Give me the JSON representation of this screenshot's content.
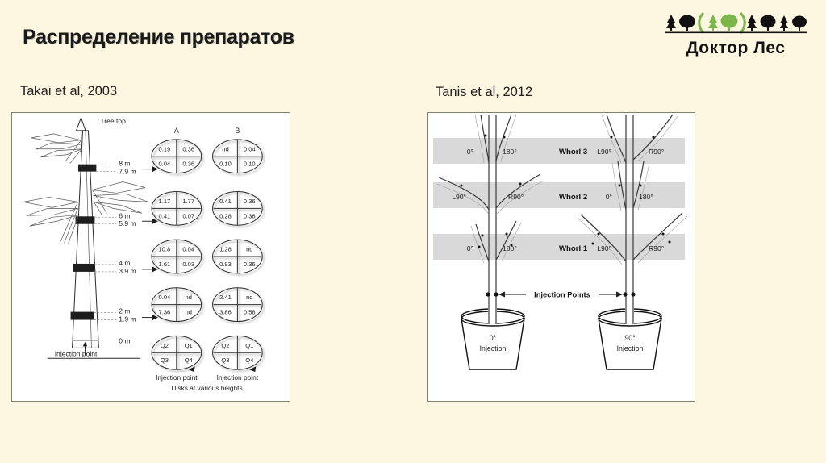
{
  "slide": {
    "title": "Распределение препаратов",
    "background_color": "#fdf6e0"
  },
  "logo": {
    "name": "doktor-les-logo",
    "text": "Доктор Лес",
    "tree_colors": {
      "black": "#111111",
      "green": "#7ab648"
    },
    "tree_sequence": [
      "conifer-black",
      "deciduous-black",
      "paren-open-green",
      "conifer-green",
      "deciduous-green",
      "paren-close-green",
      "conifer-black",
      "deciduous-black",
      "conifer-black",
      "deciduous-black"
    ]
  },
  "captions": {
    "left": "Takai et al, 2003",
    "right": "Tanis et al, 2012"
  },
  "left_figure": {
    "tree_top_label": "Tree top",
    "injection_point_label": "Injection point",
    "height_labels": [
      {
        "upper": "8 m",
        "lower": "7.9 m"
      },
      {
        "upper": "6 m",
        "lower": "5.9 m"
      },
      {
        "upper": "4 m",
        "lower": "3.9 m"
      },
      {
        "upper": "2 m",
        "lower": "1.9 m"
      }
    ],
    "ground_label": "0 m",
    "column_headers": [
      "A",
      "B"
    ],
    "disk_caption_left": "Injection point",
    "disk_caption_right": "Injection point",
    "disks_footer": "Disks at various heights",
    "disks": [
      {
        "A": {
          "q2": "0.19",
          "q1": "0.36",
          "q3": "0.04",
          "q4": "0.36"
        },
        "B": {
          "q2": "nd",
          "q1": "0.04",
          "q3": "0.10",
          "q4": "0.10"
        }
      },
      {
        "A": {
          "q2": "1.17",
          "q1": "1.77",
          "q3": "0.41",
          "q4": "0.07"
        },
        "B": {
          "q2": "0.41",
          "q1": "0.36",
          "q3": "0.28",
          "q4": "0.36"
        }
      },
      {
        "A": {
          "q2": "10.8",
          "q1": "0.04",
          "q3": "1.61",
          "q4": "0.03"
        },
        "B": {
          "q2": "1.28",
          "q1": "nd",
          "q3": "0.93",
          "q4": "0.36"
        }
      },
      {
        "A": {
          "q2": "0.04",
          "q1": "nd",
          "q3": "7.36",
          "q4": "nd"
        },
        "B": {
          "q2": "2.41",
          "q1": "nd",
          "q3": "3.86",
          "q4": "0.58"
        }
      },
      {
        "A": {
          "q2": "Q2",
          "q1": "Q1",
          "q3": "Q3",
          "q4": "Q4"
        },
        "B": {
          "q2": "Q2",
          "q1": "Q1",
          "q3": "Q3",
          "q4": "Q4"
        }
      }
    ]
  },
  "right_figure": {
    "band_color": "#d9d9d9",
    "whorls": [
      {
        "name": "Whorl 3",
        "left_tree": [
          "0°",
          "180°"
        ],
        "right_tree": [
          "L90°",
          "R90°"
        ]
      },
      {
        "name": "Whorl 2",
        "left_tree": [
          "L90°",
          "R90°"
        ],
        "right_tree": [
          "0°",
          "180°"
        ]
      },
      {
        "name": "Whorl 1",
        "left_tree": [
          "0°",
          "180°"
        ],
        "right_tree": [
          "L90°",
          "R90°"
        ]
      }
    ],
    "injection_points_label": "Injection Points",
    "pots": [
      {
        "angle": "0°",
        "word": "Injection"
      },
      {
        "angle": "90°",
        "word": "Injection"
      }
    ]
  }
}
